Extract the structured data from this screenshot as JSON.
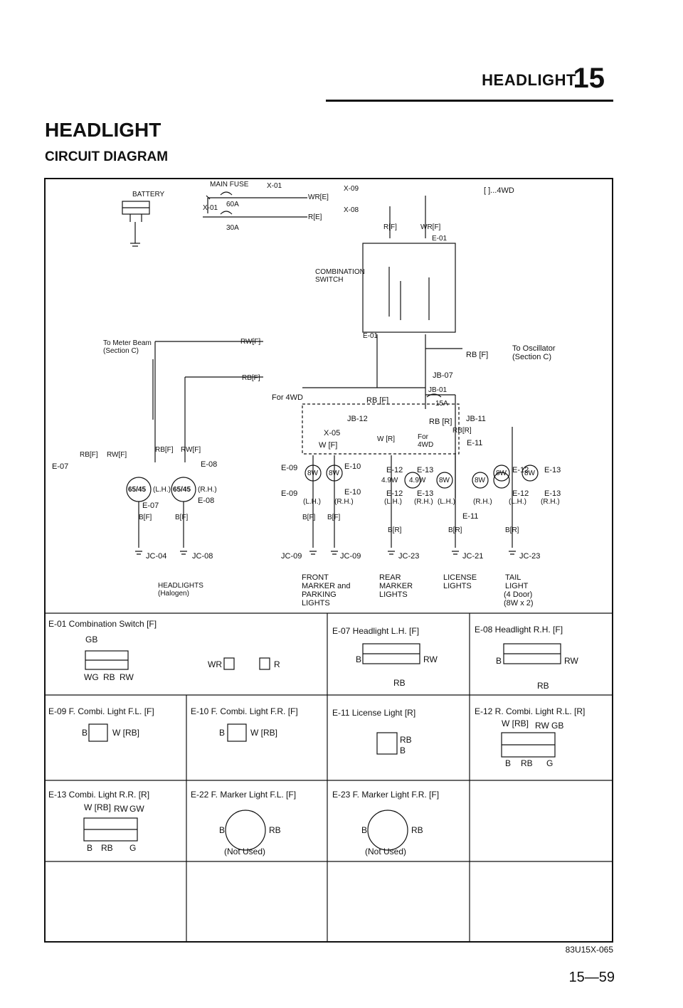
{
  "header": {
    "section_title": "HEADLIGHT",
    "section_number": "15"
  },
  "page_title": "HEADLIGHT",
  "subtitle": "CIRCUIT DIAGRAM",
  "diagram": {
    "battery": "BATTERY",
    "main_fuse": "MAIN FUSE",
    "fuse_x01_top": "X-01",
    "fuse_x01_left": "X-01",
    "fuse_60a": "60A",
    "fuse_30a": "30A",
    "wire_wre": "WR[E]",
    "wire_re": "R[E]",
    "conn_x09": "X-09",
    "conn_x08": "X-08",
    "legend_4wd": "[   ]...4WD",
    "wire_rf": "R[F]",
    "wire_wrf": "WR[F]",
    "e01_top": "E-01",
    "combination_switch": [
      "COMBINATION",
      "SWITCH"
    ],
    "e01_bottom": "E-01",
    "to_meter_beam": [
      "To Meter Beam",
      "(Section C)"
    ],
    "rwf": "RW[F]",
    "rbf_left": "RB[F]",
    "rbf_right": "RB [F]",
    "to_oscillator": [
      "To Oscillator",
      "(Section C)"
    ],
    "jb07": "JB-07",
    "jb01": "JB-01",
    "fuse_15a": "15A",
    "for_4wd": "For 4WD",
    "rb_f_mid": "RB [F]",
    "jb12": "JB-12",
    "rb_r": "RB [R]",
    "jb11": "JB-11",
    "x05": "X-05",
    "w_f": "W [F]",
    "w_r": "W [R]",
    "for_4wd_small": [
      "For",
      "4WD"
    ],
    "rbr_small": "RB[R]",
    "e11_top": "E-11",
    "e07_label": "E-07",
    "e08_label": "E-08",
    "rbf_a": "RB[F]",
    "rwf_a": "RW[F]",
    "rbf_b": "RB[F]",
    "rwf_b": "RW[F]",
    "bulb_6545": "65/45",
    "lh": "(L.H.)",
    "rh": "(R.H.)",
    "e07_b": "E-07",
    "e08_b": "E-08",
    "bf": "B[F]",
    "br": "B[R]",
    "e09": "E-09",
    "e10": "E-10",
    "e12": "E-12",
    "e13": "E-13",
    "e11": "E-11",
    "bulb_8w": "8W",
    "bulb_49w": "4.9W",
    "jc04": "JC-04",
    "jc08": "JC-08",
    "jc09": "JC-09",
    "jc23": "JC-23",
    "jc21": "JC-21",
    "headlights": [
      "HEADLIGHTS",
      "(Halogen)"
    ],
    "front_marker": [
      "FRONT",
      "MARKER and",
      "PARKING",
      "LIGHTS"
    ],
    "rear_marker": [
      "REAR",
      "MARKER",
      "LIGHTS"
    ],
    "license": [
      "LICENSE",
      "LIGHTS"
    ],
    "tail": [
      "TAIL",
      "LIGHT",
      "(4 Door)",
      "(8W x 2)"
    ]
  },
  "connectors": [
    {
      "title": "E-01 Combination Switch [F]",
      "pins": [
        "GB",
        "WG",
        "RB",
        "RW"
      ]
    },
    {
      "title": "",
      "pins": [
        "WR",
        "R"
      ]
    },
    {
      "title": "E-07 Headlight L.H. [F]",
      "pins": [
        "B",
        "RW",
        "RB"
      ]
    },
    {
      "title": "E-08 Headlight R.H. [F]",
      "pins": [
        "B",
        "RW",
        "RB"
      ]
    },
    {
      "title": "E-09 F. Combi. Light F.L. [F]",
      "pins": [
        "B",
        "W [RB]"
      ]
    },
    {
      "title": "E-10 F. Combi. Light F.R. [F]",
      "pins": [
        "B",
        "W [RB]"
      ]
    },
    {
      "title": "E-11 License Light [R]",
      "pins": [
        "RB",
        "B"
      ]
    },
    {
      "title": "E-12 R. Combi. Light R.L. [R]",
      "pins": [
        "W [RB]",
        "RW",
        "GB",
        "B",
        "RB",
        "G"
      ]
    },
    {
      "title": "E-13 Combi. Light R.R. [R]",
      "pins": [
        "W [RB]",
        "RW",
        "GW",
        "B",
        "RB",
        "G"
      ]
    },
    {
      "title": "E-22 F. Marker Light F.L. [F]",
      "pins": [
        "B",
        "RB"
      ],
      "note": "(Not Used)"
    },
    {
      "title": "E-23 F. Marker Light F.R. [F]",
      "pins": [
        "B",
        "RB"
      ],
      "note": "(Not Used)"
    }
  ],
  "footer": {
    "figure_code": "83U15X-065",
    "page_number": "15—59"
  }
}
